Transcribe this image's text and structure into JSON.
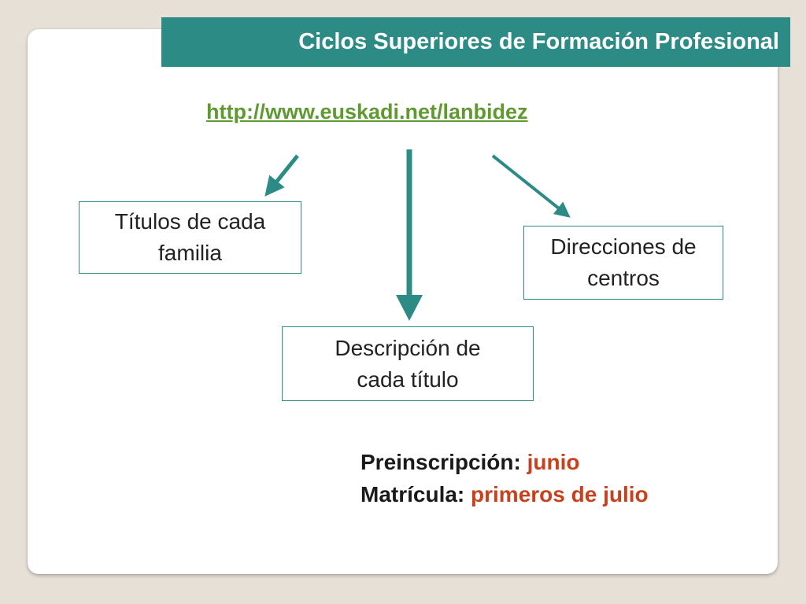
{
  "title": "Ciclos Superiores de Formación Profesional",
  "url": "http://www.euskadi.net/lanbidez",
  "boxes": {
    "titulos": {
      "line1": "Títulos de cada",
      "line2": "familia"
    },
    "direcciones": {
      "line1": "Direcciones de",
      "line2": "centros"
    },
    "descripcion": {
      "line1": "Descripción de",
      "line2": "cada título"
    }
  },
  "info": {
    "preinscripcion_label": "Preinscripción:",
    "preinscripcion_value": "junio",
    "matricula_label": "Matrícula:",
    "matricula_value": "primeros de julio"
  },
  "colors": {
    "teal": "#2d8b86",
    "link_green": "#5f9a30",
    "accent_red": "#c8401c",
    "background": "#e6e0d7"
  }
}
